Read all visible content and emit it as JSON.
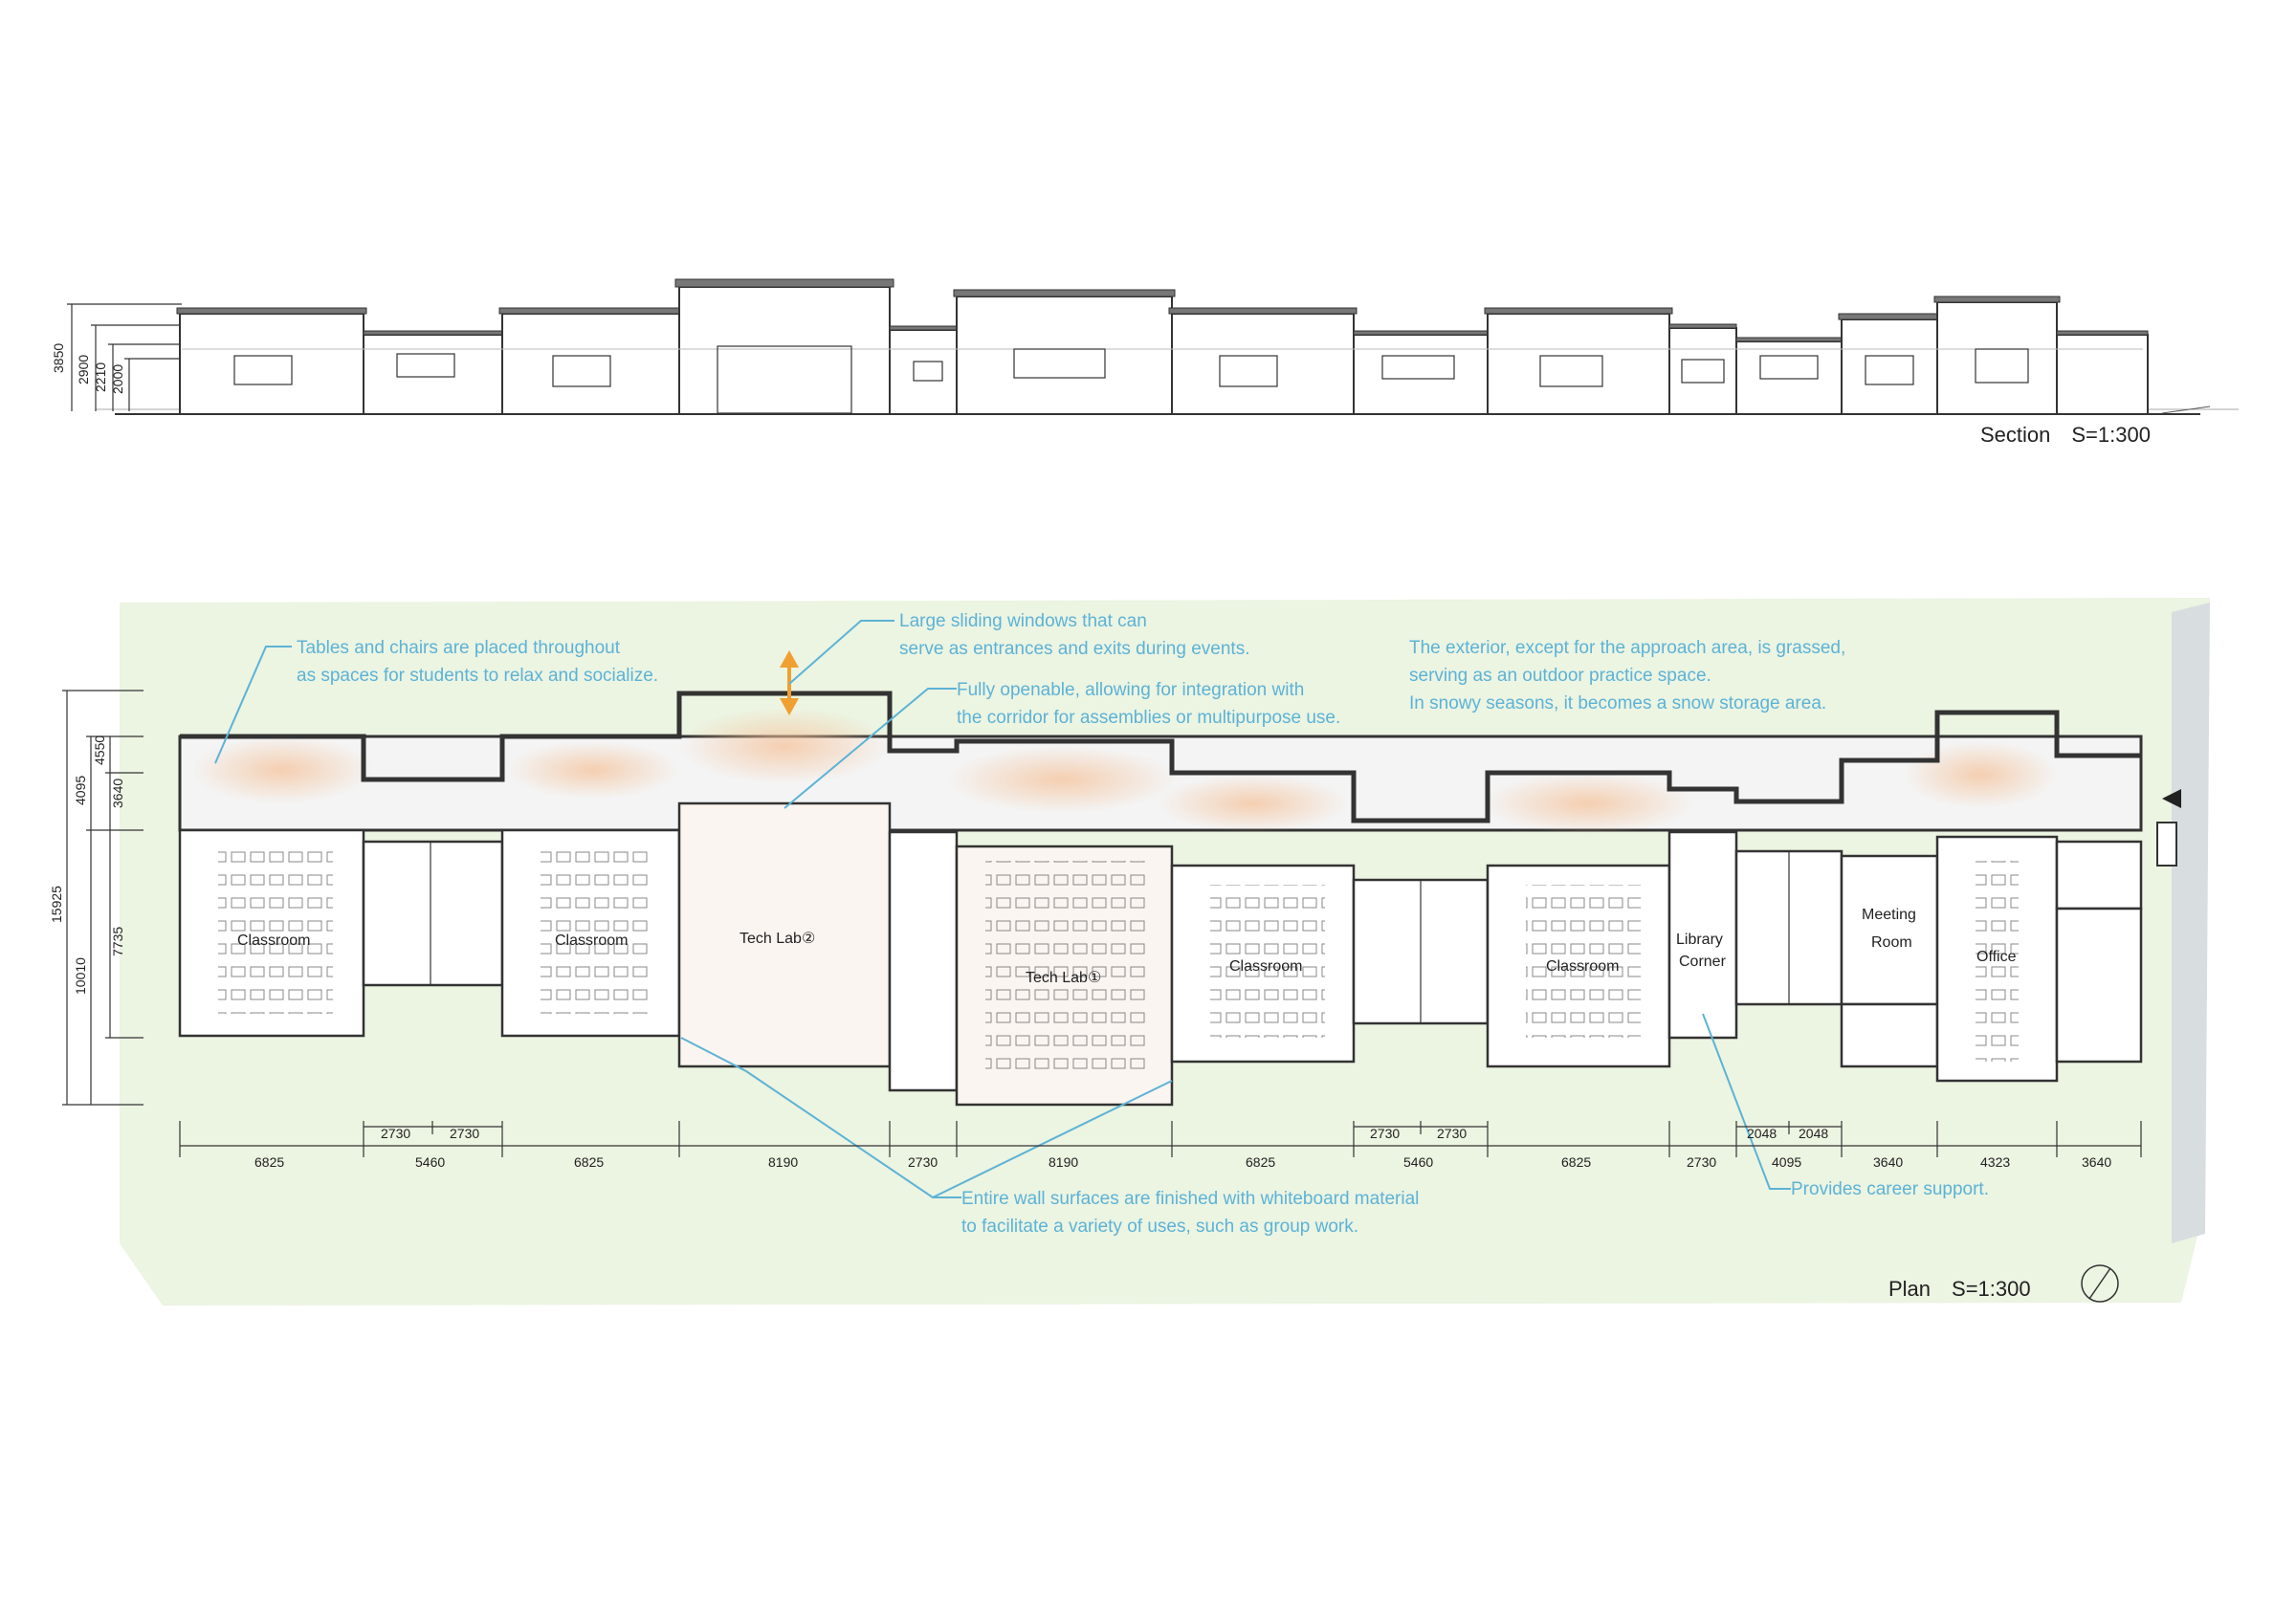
{
  "section": {
    "title": "Section　S=1:300",
    "heights": [
      "3850",
      "2900",
      "2210",
      "2000"
    ]
  },
  "plan": {
    "title": "Plan　S=1:300",
    "rooms": {
      "classroom1": "Classroom",
      "classroom2": "Classroom",
      "techlab2": "Tech Lab②",
      "techlab1": "Tech Lab①",
      "classroom3": "Classroom",
      "classroom4": "Classroom",
      "library_line1": "Library",
      "library_line2": "Corner",
      "meeting_line1": "Meeting",
      "meeting_line2": "Room",
      "office": "Office"
    },
    "bottom_dims": [
      "6825",
      "5460",
      "6825",
      "8190",
      "2730",
      "8190",
      "6825",
      "5460",
      "6825",
      "2730",
      "4095",
      "3640",
      "4323",
      "3640"
    ],
    "sub_dims": [
      "2730",
      "2730",
      "2730",
      "2730",
      "2048",
      "2048"
    ],
    "left_dims": [
      "15925",
      "10010",
      "4095",
      "4550",
      "3640",
      "7735"
    ]
  },
  "annotations": {
    "tables_1": "Tables and chairs are placed throughout",
    "tables_2": "as spaces for students to relax and socialize.",
    "windows_1": "Large sliding windows that can",
    "windows_2": "serve as entrances and exits during events.",
    "openable_1": "Fully openable, allowing for integration with",
    "openable_2": "the corridor for assemblies or multipurpose use.",
    "exterior_1": "The exterior, except for the approach area, is grassed,",
    "exterior_2": "serving as an outdoor practice space.",
    "exterior_3": "In snowy seasons, it becomes a snow storage area.",
    "whiteboard_1": "Entire wall surfaces are finished with whiteboard material",
    "whiteboard_2": "to facilitate a variety of uses, such as group work.",
    "career": "Provides career support."
  },
  "colors": {
    "annotation": "#5cb3d6",
    "grass": "#eaf3df",
    "arrow": "#f0a030",
    "glow": "#f7d2b4"
  }
}
